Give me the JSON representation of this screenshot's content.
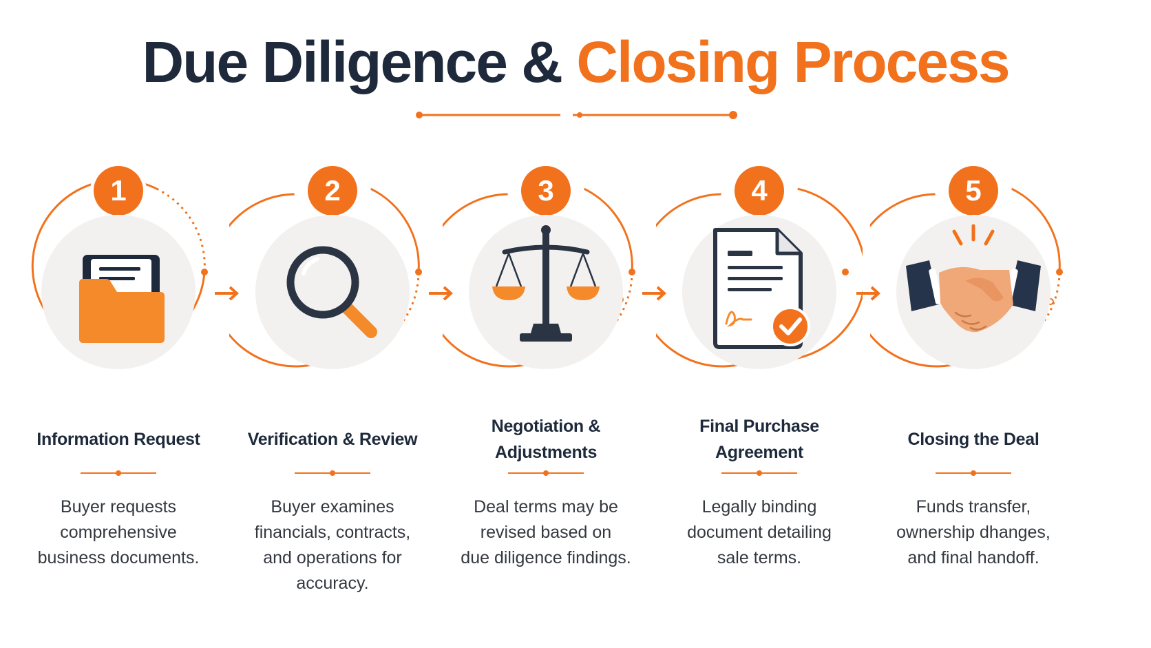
{
  "title": {
    "part1": "Due Diligence",
    "connector": "&",
    "part2": "Closing Process"
  },
  "colors": {
    "accent": "#f2711c",
    "navy": "#1e2a3b",
    "text": "#33383f",
    "disc": "#f3f1ef"
  },
  "steps": [
    {
      "number": "1",
      "icon": "folder-icon",
      "title": "Information Request",
      "description": "Buyer requests\ncomprehensive\nbusiness documents."
    },
    {
      "number": "2",
      "icon": "magnifier-icon",
      "title": "Verification & Review",
      "description": "Buyer examines\nfinancials, contracts,\nand operations for\naccuracy."
    },
    {
      "number": "3",
      "icon": "scales-icon",
      "title": "Negotiation &\nAdjustments",
      "description": "Deal terms may be\nrevised based on\ndue diligence findings."
    },
    {
      "number": "4",
      "icon": "contract-icon",
      "title": "Final Purchase\nAgreement",
      "description": "Legally binding\ndocument detailing\nsale terms."
    },
    {
      "number": "5",
      "icon": "handshake-icon",
      "title": "Closing the Deal",
      "description": "Funds transfer,\nownership dhanges,\nand final handoff."
    }
  ]
}
